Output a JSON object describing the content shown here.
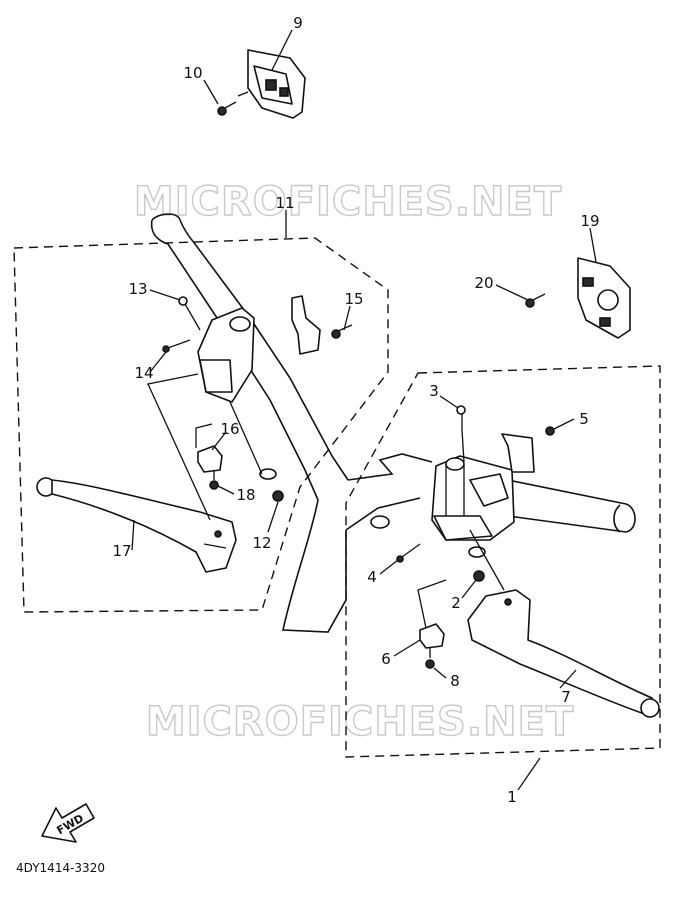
{
  "diagram": {
    "code": "4DY1414-3320",
    "watermark": "MICROFICHES.NET",
    "fwd_label": "FWD",
    "callouts": [
      "1",
      "2",
      "3",
      "4",
      "5",
      "6",
      "7",
      "8",
      "9",
      "10",
      "11",
      "12",
      "13",
      "14",
      "15",
      "16",
      "17",
      "18",
      "19",
      "20"
    ]
  }
}
